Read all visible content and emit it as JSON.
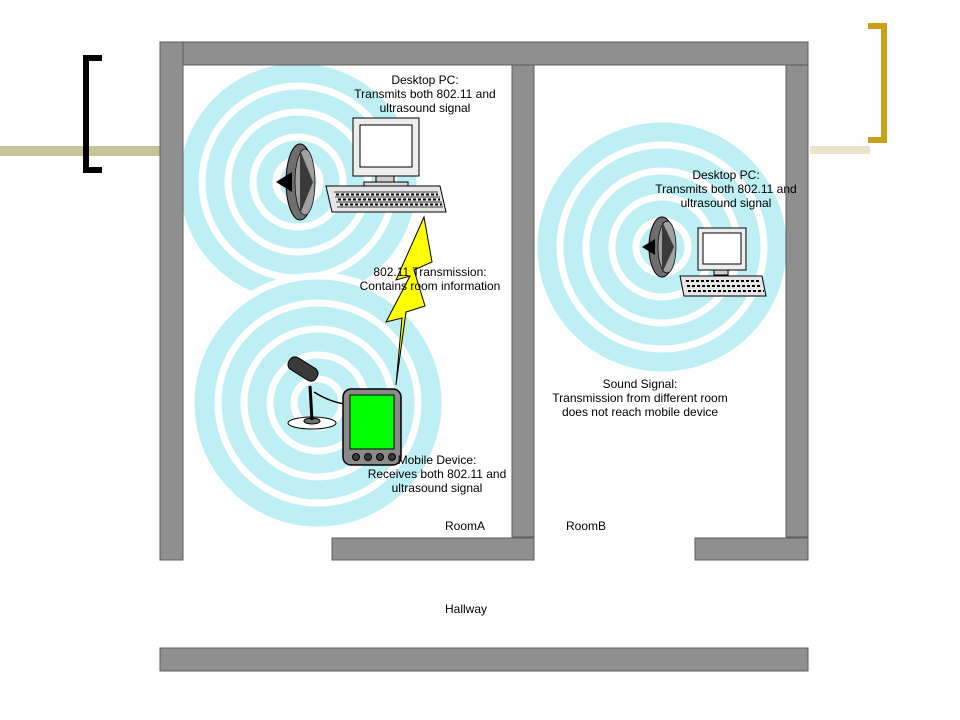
{
  "title_bracket_color_left": "#000000",
  "title_bracket_color_right": "#C9A017",
  "accent_bar_color": "#C6C29A",
  "wall_color": "#8F8F8F",
  "ring_color": "#BDEFF4",
  "bolt_color": "#FFFF00",
  "screen_color": "#00FF00",
  "labels": {
    "pc_a": [
      "Desktop PC:",
      "Transmits both 802.11 and",
      "ultrasound signal"
    ],
    "transmission": [
      "802.11 Transmission:",
      "Contains room information"
    ],
    "mobile": [
      "Mobile Device:",
      "Receives both 802.11 and",
      "ultrasound signal"
    ],
    "pc_b": [
      "Desktop PC:",
      "Transmits both 802.11 and",
      "ultrasound signal"
    ],
    "sound": [
      "Sound Signal:",
      "Transmission from different room",
      "does not reach mobile device"
    ],
    "room_a": "RoomA",
    "room_b": "RoomB",
    "hallway": "Hallway"
  },
  "icons": [
    "speaker-icon",
    "desktop-monitor-icon",
    "keyboard-icon",
    "lightning-bolt-icon",
    "microphone-icon",
    "pda-mobile-device-icon"
  ]
}
